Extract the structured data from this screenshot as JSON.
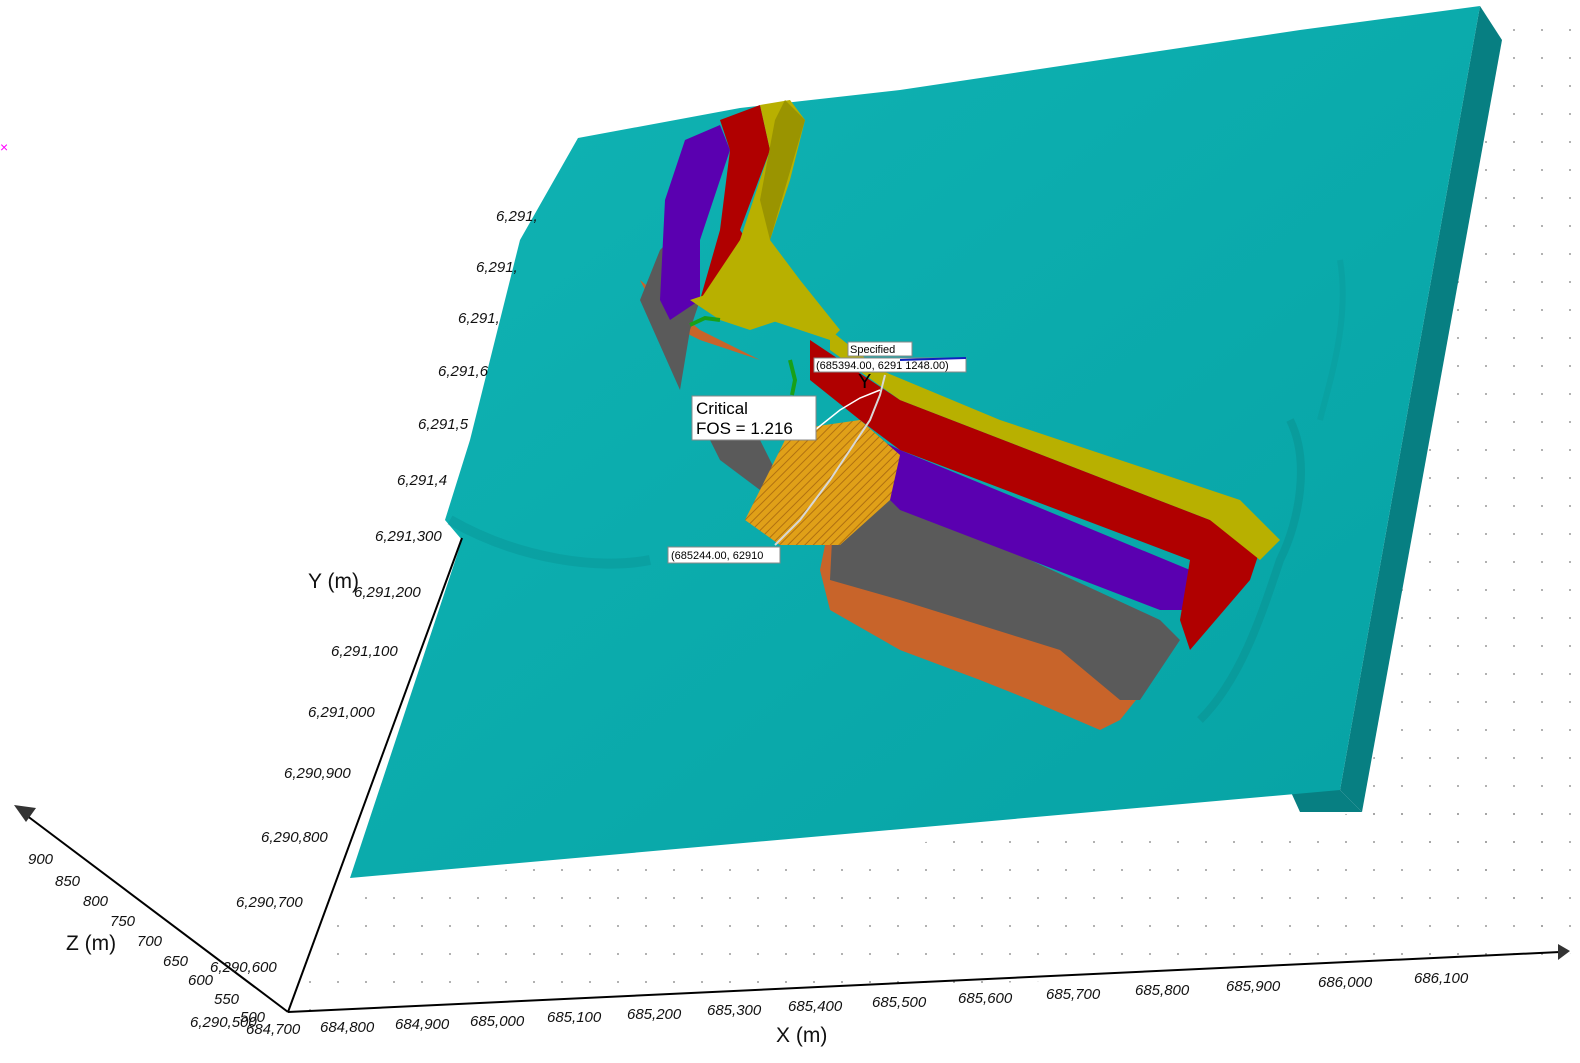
{
  "view": {
    "critical_label": "Critical",
    "fos_label": "FOS = 1.216",
    "specified_label": "Specified",
    "specified_coords": "(685394.00, 6291 1248.00)",
    "lower_coords": "(685244.00, 62910",
    "marker_glyph": "×"
  },
  "axes": {
    "y_title": "Y (m)",
    "x_title": "X (m)",
    "z_title": "Z (m)",
    "y_ticks": [
      "6,291,",
      "6,291,",
      "6,291,",
      "6,291,6",
      "6,291,5",
      "6,291,4",
      "6,291,300",
      "6,291,200",
      "6,291,100",
      "6,291,000",
      "6,290,900",
      "6,290,800",
      "6,290,700",
      "6,290,600",
      "6,290,500"
    ],
    "x_ticks": [
      "684,700",
      "684,800",
      "684,900",
      "685,000",
      "685,100",
      "685,200",
      "685,300",
      "685,400",
      "685,500",
      "685,600",
      "685,700",
      "685,800",
      "685,900",
      "686,000",
      "686,100"
    ],
    "z_ticks": [
      "900",
      "850",
      "800",
      "750",
      "700",
      "650",
      "600",
      "550",
      "500"
    ]
  },
  "colors": {
    "terrain": "#0aaaaa",
    "terrain_side": "#077f82",
    "yellow_layer": "#b8b000",
    "red_layer": "#b00000",
    "purple_layer": "#5a00b0",
    "gray_layer": "#5a5a5a",
    "orange_layer": "#c8642a",
    "slip_surface": "#d89a1a",
    "marker": "#ff00ff"
  }
}
